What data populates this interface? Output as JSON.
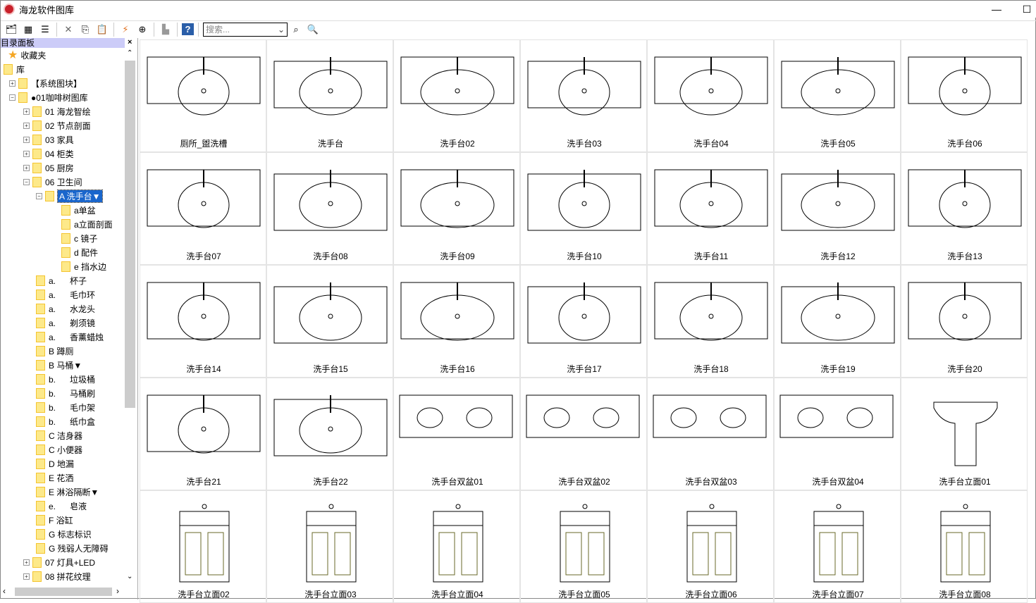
{
  "window": {
    "title": "海龙软件图库",
    "minimize": "—",
    "maximize": "☐"
  },
  "toolbar": {
    "search_placeholder": "搜索...",
    "icons": [
      "open-icon",
      "grid-view-icon",
      "list-view-icon",
      "delete-icon",
      "copy-icon",
      "paste-icon",
      "insert-icon",
      "add-icon",
      "home-icon",
      "help-icon"
    ]
  },
  "panel": {
    "title": "目录面板",
    "close": "×"
  },
  "tree": [
    {
      "l": 0,
      "t": "收藏夹",
      "star": true
    },
    {
      "l": 0,
      "t": "库"
    },
    {
      "l": 1,
      "t": "【系统图块】",
      "pm": "+"
    },
    {
      "l": 1,
      "t": "●01咖啡树图库",
      "pm": "-"
    },
    {
      "l": 2,
      "t": "01 海龙智绘",
      "pm": "+"
    },
    {
      "l": 2,
      "t": "02 节点剖面",
      "pm": "+"
    },
    {
      "l": 2,
      "t": "03 家具",
      "pm": "+"
    },
    {
      "l": 2,
      "t": "04 柜类",
      "pm": "+"
    },
    {
      "l": 2,
      "t": "05 厨房",
      "pm": "+"
    },
    {
      "l": 2,
      "t": "06 卫生间",
      "pm": "-"
    },
    {
      "l": 3,
      "t": "A 洗手台▼",
      "pm": "-",
      "sel": true
    },
    {
      "l": 4,
      "t": "a单盆"
    },
    {
      "l": 4,
      "t": "a立面剖面"
    },
    {
      "l": 4,
      "t": "c 镜子"
    },
    {
      "l": 4,
      "t": "d 配件"
    },
    {
      "l": 4,
      "t": "e 挡水边"
    },
    {
      "l": 3,
      "t": "a.      杯子"
    },
    {
      "l": 3,
      "t": "a.      毛巾环"
    },
    {
      "l": 3,
      "t": "a.      水龙头"
    },
    {
      "l": 3,
      "t": "a.      剃须镜"
    },
    {
      "l": 3,
      "t": "a.      香薰蜡烛"
    },
    {
      "l": 3,
      "t": "B 蹲厕"
    },
    {
      "l": 3,
      "t": "B 马桶▼"
    },
    {
      "l": 3,
      "t": "b.      垃圾桶"
    },
    {
      "l": 3,
      "t": "b.      马桶刷"
    },
    {
      "l": 3,
      "t": "b.      毛巾架"
    },
    {
      "l": 3,
      "t": "b.      纸巾盒"
    },
    {
      "l": 3,
      "t": "C 洁身器"
    },
    {
      "l": 3,
      "t": "C 小便器"
    },
    {
      "l": 3,
      "t": "D 地漏"
    },
    {
      "l": 3,
      "t": "E 花洒"
    },
    {
      "l": 3,
      "t": "E 淋浴隔断▼"
    },
    {
      "l": 3,
      "t": "e.      皂液"
    },
    {
      "l": 3,
      "t": "F 浴缸"
    },
    {
      "l": 3,
      "t": "G 标志标识"
    },
    {
      "l": 3,
      "t": "G 残弱人无障碍"
    },
    {
      "l": 2,
      "t": "07 灯具+LED",
      "pm": "+"
    },
    {
      "l": 2,
      "t": "08 拼花纹理",
      "pm": "+"
    }
  ],
  "items": [
    "厕所_盥洗槽",
    "洗手台",
    "洗手台02",
    "洗手台03",
    "洗手台04",
    "洗手台05",
    "洗手台06",
    "洗手台07",
    "洗手台08",
    "洗手台09",
    "洗手台10",
    "洗手台11",
    "洗手台12",
    "洗手台13",
    "洗手台14",
    "洗手台15",
    "洗手台16",
    "洗手台17",
    "洗手台18",
    "洗手台19",
    "洗手台20",
    "洗手台21",
    "洗手台22",
    "洗手台双盆01",
    "洗手台双盆02",
    "洗手台双盆03",
    "洗手台双盆04",
    "洗手台立面01",
    "洗手台立面02",
    "洗手台立面03",
    "洗手台立面04",
    "洗手台立面05",
    "洗手台立面06",
    "洗手台立面07",
    "洗手台立面08"
  ]
}
